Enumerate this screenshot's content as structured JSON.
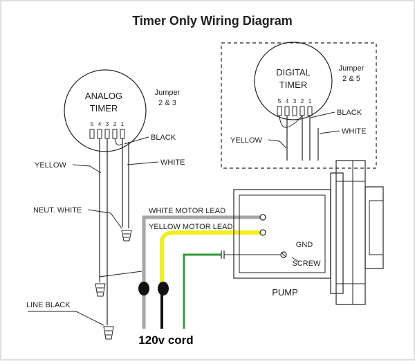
{
  "title": "Timer Only Wiring Diagram",
  "analog_timer": {
    "name_line1": "ANALOG",
    "name_line2": "TIMER",
    "jumper_line1": "Jumper",
    "jumper_line2": "2 & 3",
    "pins": [
      "5",
      "4",
      "3",
      "2",
      "1"
    ],
    "black_label": "BLACK",
    "white_label": "WHITE",
    "yellow_label": "YELLOW"
  },
  "digital_timer": {
    "name_line1": "DIGITAL",
    "name_line2": "TIMER",
    "jumper_line1": "Jumper",
    "jumper_line2": "2 & 5",
    "pins": [
      "5",
      "4",
      "3",
      "2",
      "1"
    ],
    "black_label": "BLACK",
    "white_label": "WHITE",
    "yellow_label": "YELLOW"
  },
  "labels": {
    "neut_white": "NEUT. WHITE",
    "line_black": "LINE BLACK",
    "white_motor_lead": "WHITE MOTOR LEAD",
    "yellow_motor_lead": "YELLOW MOTOR LEAD",
    "gnd": "GND",
    "screw": "SCREW",
    "pump": "PUMP",
    "cord": "120v cord"
  },
  "colors": {
    "yellow_wire": "#f2ee1c",
    "green_wire": "#2f9a3a",
    "gray_wire": "#a6a6a6",
    "black_wire": "#111111"
  }
}
